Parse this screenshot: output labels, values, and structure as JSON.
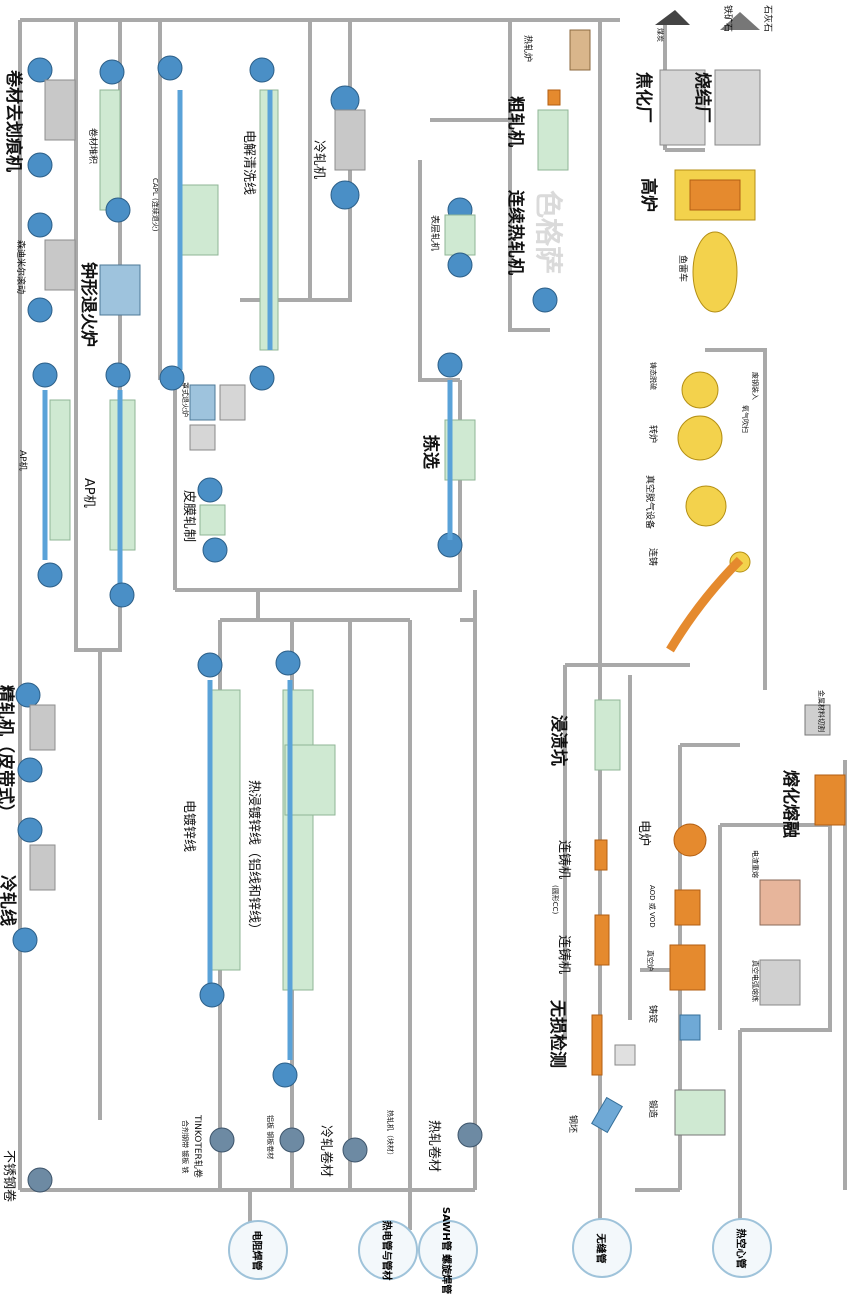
{
  "labels": {
    "limestone": "石灰石",
    "iron_ore": "铁矿石",
    "coal": "煤炭",
    "coke_plant": "焦化厂",
    "sinter_plant": "烧结厂",
    "blast_furnace": "高炉",
    "torpedo_car": "鱼雷车",
    "scrap_charging": "废钢装入",
    "oxygen_blowing": "氧气吹扫",
    "desulfurization": "铸态脱硫",
    "converter": "转炉",
    "vacuum_degassing": "真空脱气设备",
    "continuous_caster": "连铸",
    "metal_cutting": "金属材料切割",
    "melting": "熔化熔融",
    "electric_furnace": "电炉",
    "aod": "AOD 或 VOD",
    "esr": "电渣重熔",
    "vim": "真空炉",
    "var": "真空电弧熔炼",
    "ingot": "铸锭",
    "forging": "锻造",
    "soaking_pit": "浸渍坑",
    "caster_1": "连铸机",
    "caster_round": "(圆形CC)",
    "caster_2": "连铸机",
    "ndt": "无损检测",
    "billet": "钢坯",
    "hot_rolling_furnace": "热轧炉",
    "roughing_mill": "粗轧机",
    "continuous_hot_mill": "连续热轧机",
    "watermark": "色格萨",
    "skin_pass_mill": "表层轧机",
    "pickling": "拣选",
    "cold_mill": "冷轧机",
    "electrolytic_cleaning": "电解清洗线",
    "capl": "CAPL (连续退火)",
    "batch_annealing": "罩式退火炉",
    "temper_mill": "皮膜轧制",
    "coil_deburring": "卷材去划痕机",
    "coil_stacking": "卷材堆积",
    "sendzimir": "森迪米尔滚动",
    "bell_annealing": "钟形退火炉",
    "ap_line_1": "AP机",
    "ap_line_2": "AP机",
    "finishing_mill": "精轧机（皮带式）",
    "cold_roll_line": "冷轧线",
    "hot_dip_galvanizing": "热浸镀锌线（铝线和锌线）",
    "electro_galvanizing": "电镀锌线",
    "tinkoter": "TINKOTER轧卷",
    "tin_plate": "合剂钢带 镀板 铁",
    "galv_coil": "铝板 钢板卷材",
    "cold_coil": "冷轧卷材",
    "hot_coil_cut": "热轧机（块材）",
    "hot_coil": "热轧卷材",
    "stainless_coil": "不锈钢卷",
    "erw_pipe": "电阻焊管",
    "sawh_pipe": "SAWH管 螺旋焊管",
    "hot_pipe": "热电管与管材",
    "seamless_pipe": "无缝管",
    "hollow_pipe": "热空心管"
  },
  "colors": {
    "line": "#a9a9a9",
    "coil": "#4a8fc6",
    "mill": "#cfe9d2",
    "molten": "#e58a2e",
    "vessel": "#f3d24c"
  }
}
